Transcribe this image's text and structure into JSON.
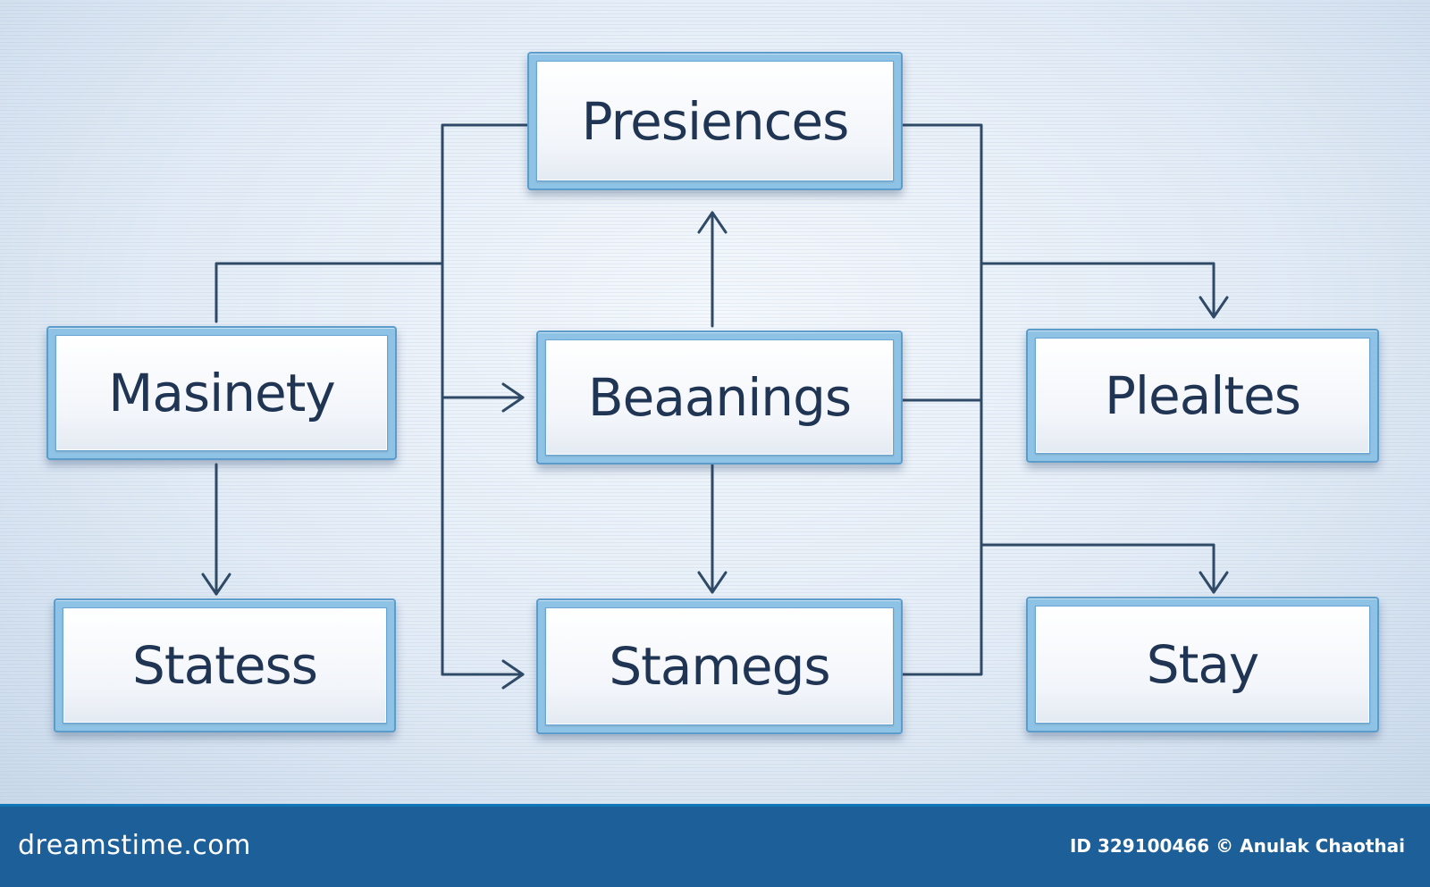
{
  "diagram": {
    "nodes": {
      "presiences": "Presiences",
      "masinety": "Masinety",
      "beaanings": "Beaanings",
      "plealtes": "Plealtes",
      "statess": "Statess",
      "stamegs": "Stamegs",
      "stay": "Stay"
    },
    "colors": {
      "line": "#2f4a66",
      "box_frame": "#8fc3e6",
      "box_face": "#ffffff",
      "text": "#1f3553",
      "footer": "#1d5f98"
    }
  },
  "footer": {
    "brand": "dreamstime.com",
    "credit": "ID 329100466 © Anulak Chaothai"
  }
}
